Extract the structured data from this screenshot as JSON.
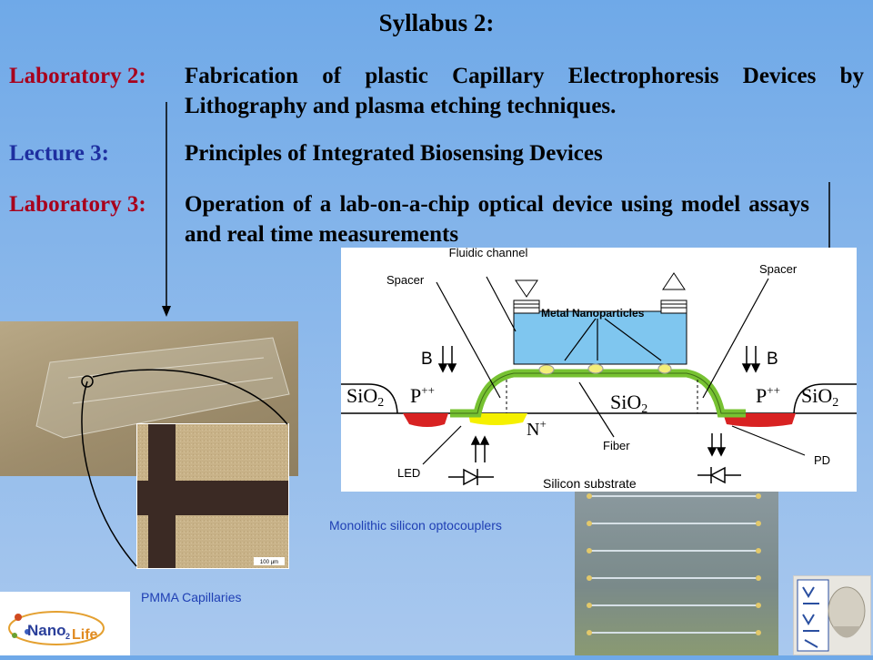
{
  "slide": {
    "title": "Syllabus 2:",
    "items": [
      {
        "label": "Laboratory 2:",
        "text": "Fabrication of plastic Capillary Electrophoresis Devices by Lithography and plasma etching techniques."
      },
      {
        "label": "Lecture 3:",
        "text": "Principles of Integrated Biosensing Devices"
      },
      {
        "label": "Laboratory 3:",
        "text": "Operation of a lab-on-a-chip optical device using model assays and real time measurements"
      }
    ]
  },
  "captions": {
    "pmma": "PMMA Capillaries",
    "opto": "Monolithic silicon optocouplers"
  },
  "microscope": {
    "scale": "100 µm"
  },
  "diagram": {
    "fluidic_channel": "Fluidic channel",
    "spacer_left": "Spacer",
    "spacer_right": "Spacer",
    "metal_np": "Metal Nanoparticles",
    "b_left": "B",
    "b_right": "B",
    "sio2_left": "SiO",
    "sio2_center": "SiO",
    "sio2_right": "SiO",
    "sub2": "2",
    "p_left": "P",
    "p_right": "P",
    "pp": "++",
    "n": "N",
    "nplus": "+",
    "fiber": "Fiber",
    "led": "LED",
    "pd": "PD",
    "substrate": "Silicon substrate"
  },
  "logos": {
    "nano": "Nano",
    "nano_sub": "2",
    "life": "Life"
  },
  "colors": {
    "red_label": "#a8001c",
    "blue_label": "#1e2fa0",
    "fiber_green": "#77c232",
    "channel_blue": "#7fc6ef",
    "pplus_red": "#d82222",
    "nplus_yellow": "#f5f000"
  }
}
